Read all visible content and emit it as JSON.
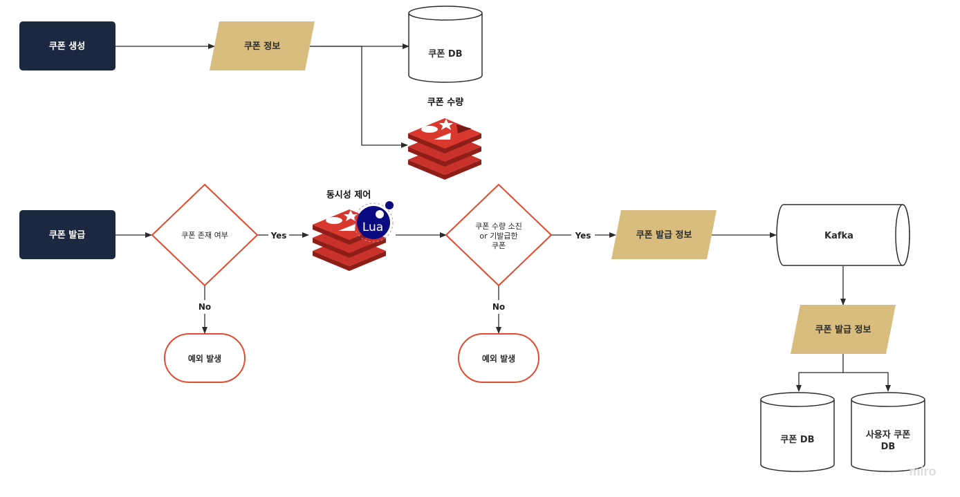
{
  "nodes": {
    "coupon_create": "쿠폰 생성",
    "coupon_info": "쿠폰 정보",
    "coupon_db_top": "쿠폰 DB",
    "coupon_qty_caption": "쿠폰 수량",
    "coupon_issue": "쿠폰 발급",
    "coupon_exists_line1": "쿠폰 존재 여부",
    "concurrency_caption": "동시성 제어",
    "lua_label": "Lua",
    "qty_check_line1": "쿠폰 수량 소진",
    "qty_check_line2": "or 기발급한",
    "qty_check_line3": "쿠폰",
    "issue_info_mid": "쿠폰 발급 정보",
    "kafka": "Kafka",
    "issue_info_bottom": "쿠폰 발급 정보",
    "exception_left": "예외 발생",
    "exception_right": "예외 발생",
    "coupon_db_bottom": "쿠폰 DB",
    "user_coupon_db_line1": "사용자 쿠폰",
    "user_coupon_db_line2": "DB"
  },
  "edges": {
    "yes_1": "Yes",
    "yes_2": "Yes",
    "no_1": "No",
    "no_2": "No"
  },
  "watermark": "miro",
  "icons": {
    "redis_top": "redis-icon",
    "redis_lua": "redis-lua-icon"
  },
  "colors": {
    "navy": "#1c2840",
    "tan": "#d8bd7e",
    "red_outline": "#e24a2e",
    "redis_red": "#c8322a",
    "lua_blue": "#0c0c82",
    "db_outline": "#2b2b2b"
  }
}
